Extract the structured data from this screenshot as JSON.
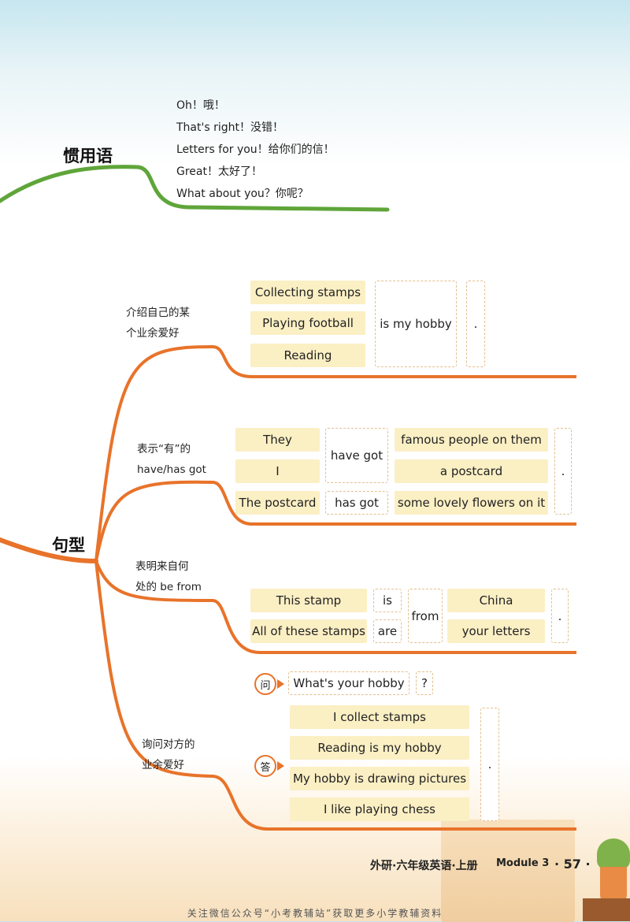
{
  "idioms": {
    "heading": "惯用语",
    "items": [
      "Oh！哦！",
      "That's right！没错！",
      "Letters for you！给你们的信！",
      "Great！太好了！",
      "What about you？你呢？"
    ]
  },
  "patterns": {
    "heading": "句型",
    "hobby": {
      "category": [
        "介绍自己的某",
        "个业余爱好"
      ],
      "subjects": [
        "Collecting stamps",
        "Playing football",
        "Reading"
      ],
      "predicate": "is my hobby",
      "end": "."
    },
    "have_got": {
      "category": [
        "表示“有”的",
        "have/has got"
      ],
      "subjects": [
        "They",
        "I",
        "The postcard"
      ],
      "verb_plural": "have got",
      "verb_single": "has got",
      "objects": [
        "famous people on them",
        "a postcard",
        "some lovely flowers on it"
      ],
      "end": "."
    },
    "be_from": {
      "category": [
        "表明来自何",
        "处的 be from"
      ],
      "subjects": [
        "This stamp",
        "All of these stamps"
      ],
      "verbs": [
        "is",
        "are"
      ],
      "prep": "from",
      "places": [
        "China",
        "your letters"
      ],
      "end": "."
    },
    "ask_hobby": {
      "category": [
        "询问对方的",
        "业余爱好"
      ],
      "q_label": "问",
      "question": "What's your hobby",
      "q_end": "?",
      "a_label": "答",
      "answers": [
        "I collect stamps",
        "Reading is my hobby",
        "My hobby is drawing pictures",
        "I like playing chess"
      ],
      "a_end": "."
    }
  },
  "footer": {
    "book": "外研·六年级英语·上册",
    "module": "Module 3",
    "page": "· 57 ·"
  },
  "watermark": "关注微信公众号“小考教辅站”获取更多小学教辅资料",
  "colors": {
    "branch_orange": "#e8732a",
    "branch_green": "#5fa53a",
    "box_fill": "#fbefc4"
  }
}
